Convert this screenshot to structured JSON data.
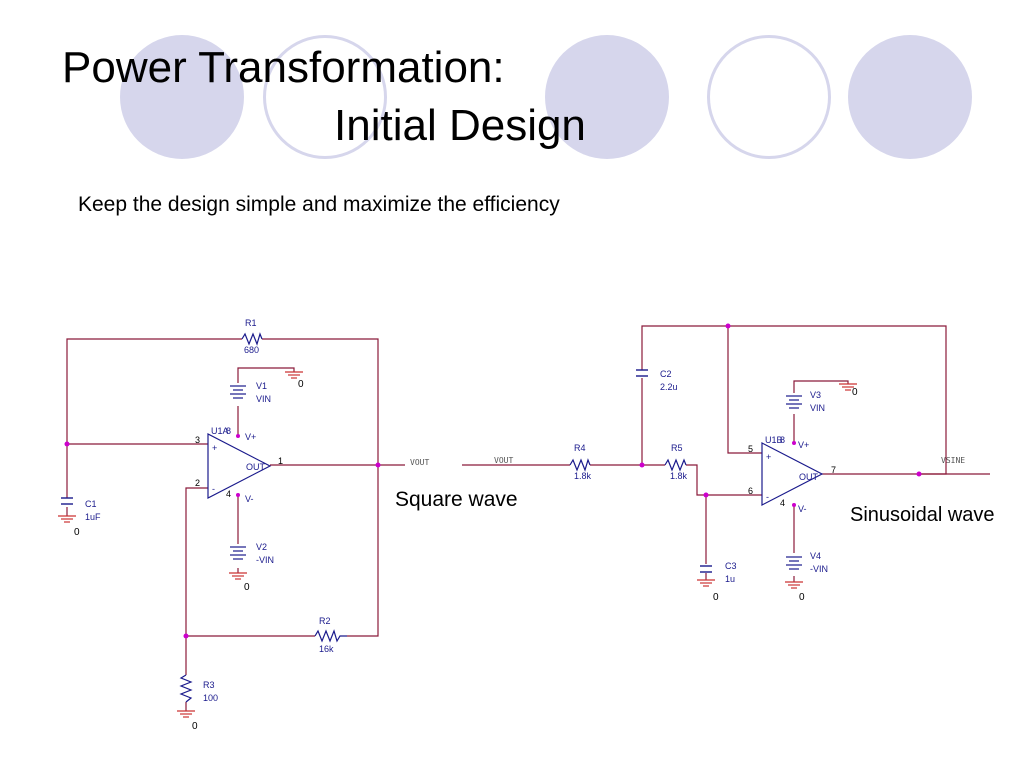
{
  "slide": {
    "title_line1": "Power Transformation:",
    "title_line2": "Initial Design",
    "subtitle": "Keep the design simple and maximize the efficiency",
    "caption_square": "Square wave",
    "caption_sine": "Sinusoidal wave"
  },
  "colors": {
    "decor_circle": "#d6d6ec",
    "wire": "#8b1a3a",
    "component": "#1a1a8c",
    "ground": "#cc3333",
    "junction": "#cc00cc"
  },
  "square_wave_circuit": {
    "r1": {
      "ref": "R1",
      "value": "680"
    },
    "r2": {
      "ref": "R2",
      "value": "16k"
    },
    "r3": {
      "ref": "R3",
      "value": "100"
    },
    "c1": {
      "ref": "C1",
      "value": "1uF"
    },
    "v1": {
      "ref": "V1",
      "value": "VIN"
    },
    "v2": {
      "ref": "V2",
      "value": "-VIN"
    },
    "opamp": {
      "ref": "U1A",
      "pin_plus": "3",
      "pin_minus": "2",
      "pin_out": "1",
      "pin_vp": "8",
      "pin_vm": "4",
      "vplus": "V+",
      "vminus": "V-",
      "out": "OUT",
      "plus_sign": "+",
      "minus_sign": "-"
    },
    "net_out": "VOUT",
    "ground": "0"
  },
  "sine_wave_circuit": {
    "r4": {
      "ref": "R4",
      "value": "1.8k"
    },
    "r5": {
      "ref": "R5",
      "value": "1.8k"
    },
    "c2": {
      "ref": "C2",
      "value": "2.2u"
    },
    "c3": {
      "ref": "C3",
      "value": "1u"
    },
    "v3": {
      "ref": "V3",
      "value": "VIN"
    },
    "v4": {
      "ref": "V4",
      "value": "-VIN"
    },
    "opamp": {
      "ref": "U1B",
      "pin_plus": "5",
      "pin_minus": "6",
      "pin_out": "7",
      "pin_vp": "8",
      "pin_vm": "4",
      "vplus": "V+",
      "vminus": "V-",
      "out": "OUT",
      "plus_sign": "+",
      "minus_sign": "-"
    },
    "net_in": "VOUT",
    "net_out": "VSINE",
    "ground": "0"
  }
}
